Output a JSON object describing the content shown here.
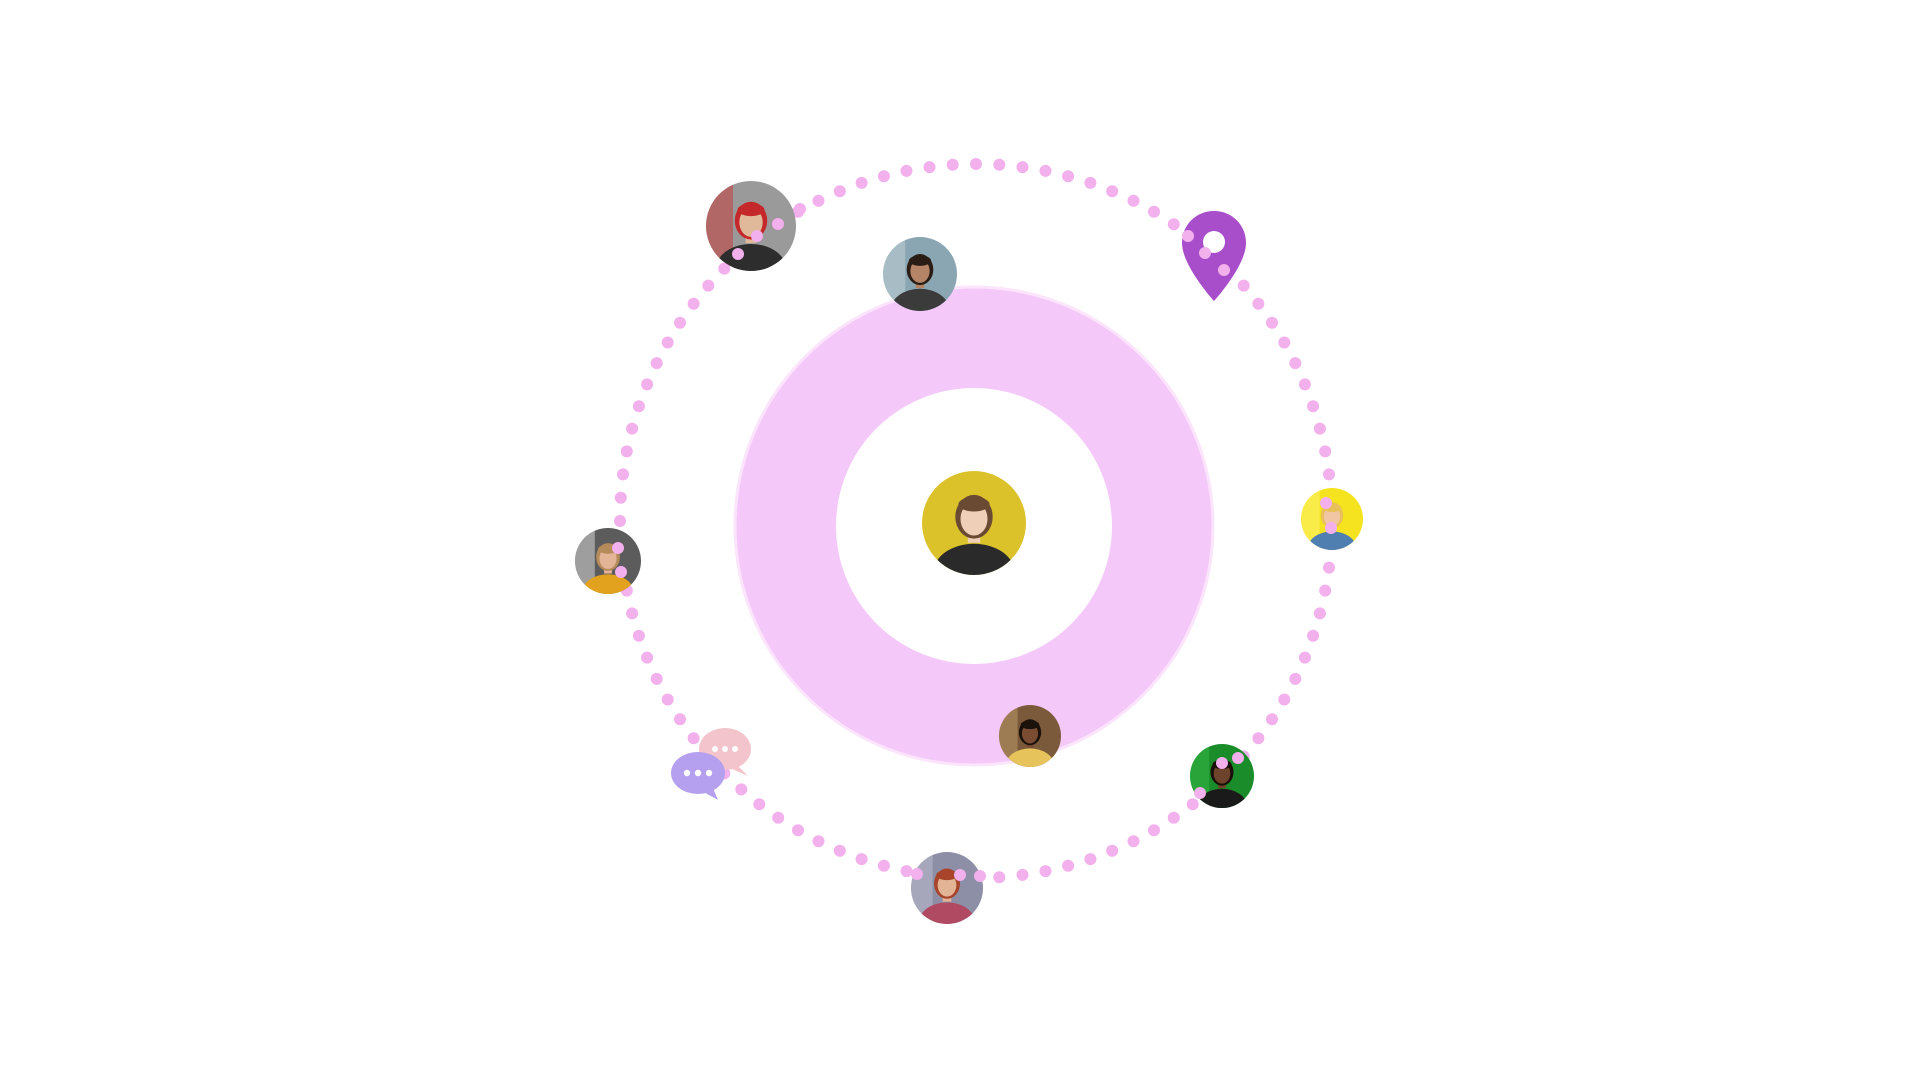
{
  "colors": {
    "background": "#ffffff",
    "ring_fill": "#f4c8f8",
    "ring_edge": "#fbe4fc",
    "orbit_dots": "#f2b0ec",
    "pin": "#a94ecb",
    "pin_hole": "#ffffff",
    "chat_back": "#f3c4cc",
    "chat_front": "#b4a0ee",
    "chat_dots": "#ffffff"
  },
  "center_avatar": {
    "icon": "woman-yellow-backdrop-portrait",
    "bg": "#dcc22a",
    "skin": "#efcfb7",
    "hair": "#6b4a34",
    "shirt": "#2a2a2a"
  },
  "avatars": [
    {
      "id": "avatar-red-hat-person",
      "bg": "#9a9a9a",
      "accent": "#d02a2a",
      "skin": "#e0b99a",
      "hair": "#c4282a",
      "shirt": "#2d2d2d"
    },
    {
      "id": "avatar-bearded-man",
      "bg": "#8aa6b2",
      "accent": "#c9d6da",
      "skin": "#b58466",
      "hair": "#2b1d15",
      "shirt": "#3b3b3b"
    },
    {
      "id": "avatar-yellow-jacket-woman-left",
      "bg": "#5c5c5c",
      "accent": "#efefef",
      "skin": "#e3b495",
      "hair": "#b58b5a",
      "shirt": "#e3a21e"
    },
    {
      "id": "avatar-yellow-bg-woman",
      "bg": "#f5e31f",
      "accent": "#fff37a",
      "skin": "#f1c6a5",
      "hair": "#e8c15a",
      "shirt": "#4f7fb0"
    },
    {
      "id": "avatar-curly-hair-woman",
      "bg": "#7b5a3c",
      "accent": "#c8a66e",
      "skin": "#7a4d32",
      "hair": "#1c120c",
      "shirt": "#e7c35c"
    },
    {
      "id": "avatar-green-bg-woman",
      "bg": "#1a8c2a",
      "accent": "#39c24a",
      "skin": "#6e432b",
      "hair": "#1a0f0a",
      "shirt": "#1a1a1a"
    },
    {
      "id": "avatar-red-dress-woman",
      "bg": "#8c8fa6",
      "accent": "#c8c5d6",
      "skin": "#e2b395",
      "hair": "#a8442a",
      "shirt": "#b04a63"
    }
  ]
}
